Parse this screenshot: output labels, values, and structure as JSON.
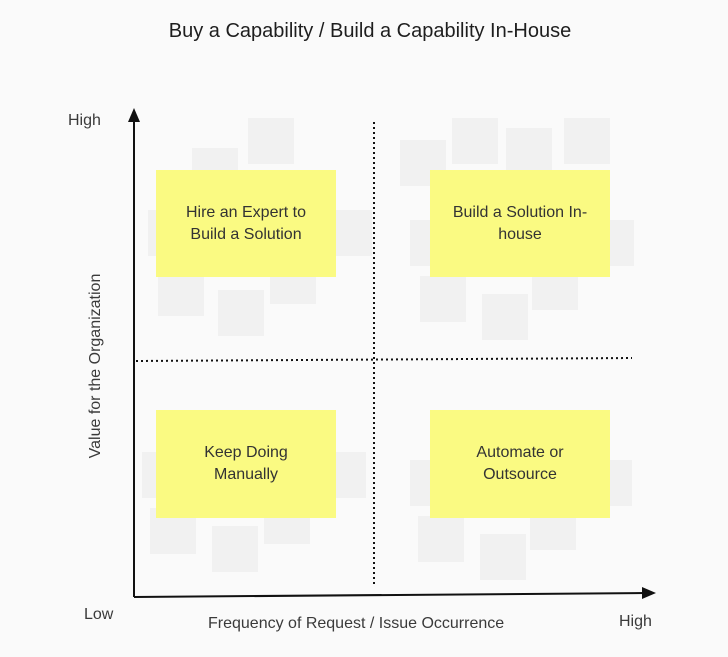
{
  "title": "Buy a Capability / Build a Capability In-House",
  "axes": {
    "y_label": "Value for the Organization",
    "y_high": "High",
    "origin_low": "Low",
    "x_label": "Frequency of Request / Issue Occurrence",
    "x_high": "High"
  },
  "quadrants": {
    "top_left": "Hire an Expert to Build a Solution",
    "top_right": "Build a Solution In-house",
    "bottom_left": "Keep Doing Manually",
    "bottom_right": "Automate or Outsource"
  },
  "colors": {
    "sticky_note": "#fafa82",
    "background": "#fafafa",
    "axis": "#111111"
  }
}
